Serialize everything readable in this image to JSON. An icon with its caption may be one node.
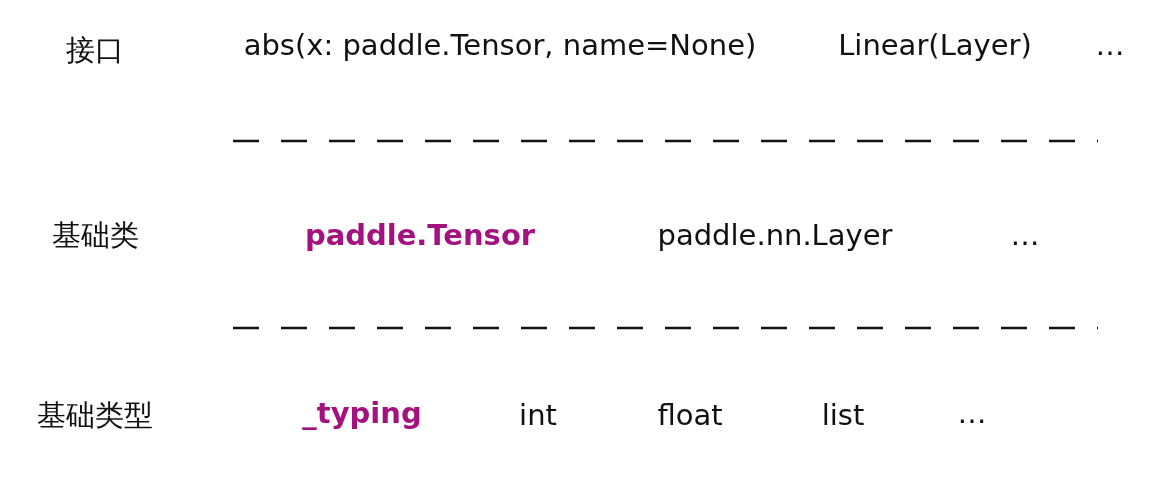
{
  "diagram": {
    "labels": [
      "接口",
      "abs(x: paddle.Tensor, name=None)",
      "Linear(Layer)",
      "…",
      "基础类",
      "paddle.Tensor",
      "paddle.nn.Layer",
      "…",
      "基础类型",
      "_typing",
      "int",
      "float",
      "list",
      "…"
    ]
  }
}
